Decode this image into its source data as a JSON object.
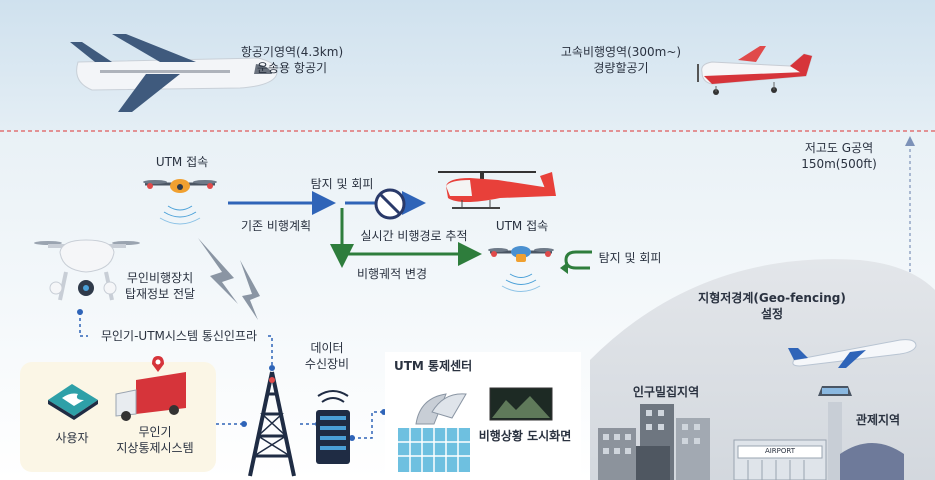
{
  "airspace": {
    "upper_left_line1": "항공기영역(4.3km)",
    "upper_left_line2": "운송용 항공기",
    "upper_right_line1": "고속비행영역(300m~)",
    "upper_right_line2": "경량할공기",
    "g_zone_line1": "저고도 G공역",
    "g_zone_line2": "150m(500ft)"
  },
  "flow": {
    "utm_access_left": "UTM 접속",
    "detect_avoid_top": "탐지 및 회피",
    "existing_plan": "기존 비행계획",
    "realtime_track": "실시간 비행경로 추적",
    "trajectory_change": "비행궤적 변경",
    "utm_access_right": "UTM 접속",
    "detect_avoid_right": "탐지 및 회피"
  },
  "drone_info": {
    "line1": "무인비행장치",
    "line2": "탑재정보 전달"
  },
  "infra": {
    "comm_link": "무인기-UTM시스템 통신인프라",
    "data_line1": "데이터",
    "data_line2": "수신장비"
  },
  "ground": {
    "user": "사용자",
    "gcs_line1": "무인기",
    "gcs_line2": "지상통제시스템"
  },
  "utm_center": {
    "title": "UTM 통제센터",
    "screen": "비행상황 도시화면"
  },
  "zones": {
    "geofence_line1": "지형저경계(Geo-fencing)",
    "geofence_line2": "설정",
    "urban": "인구밀집지역",
    "control": "관제지역",
    "airport_sign": "AIRPORT"
  },
  "colors": {
    "dashed_red": "#e05a5a",
    "flow_blue": "#2f64b8",
    "flow_green": "#2e7d3c",
    "accent_orange": "#f0a030"
  }
}
